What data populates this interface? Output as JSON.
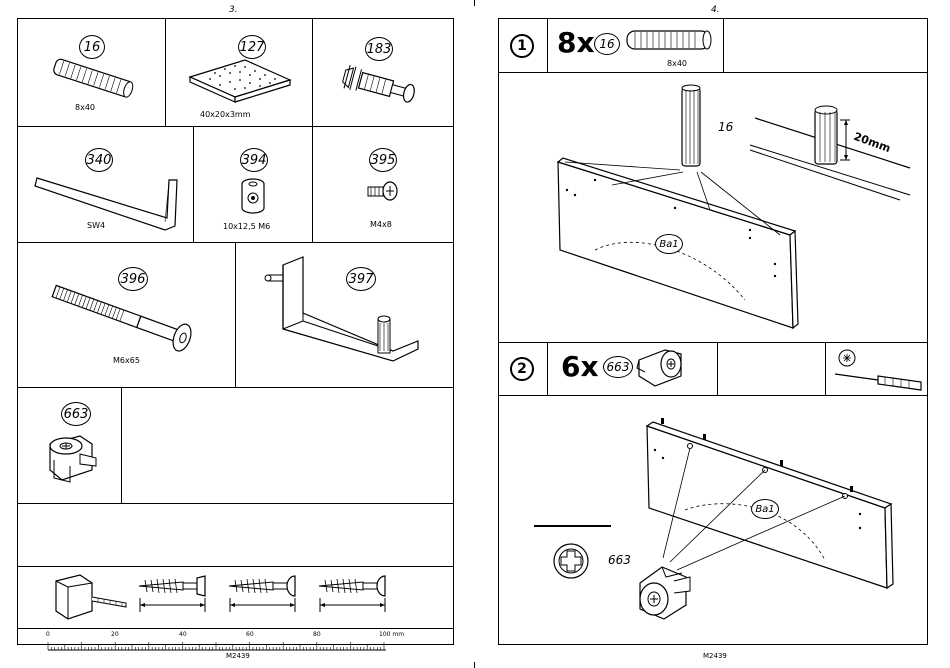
{
  "left_page": {
    "page_number": "3.",
    "parts": [
      {
        "ref": "16",
        "size": "8x40"
      },
      {
        "ref": "127",
        "size": "40x20x3mm"
      },
      {
        "ref": "183",
        "size": ""
      },
      {
        "ref": "340",
        "size": "SW4"
      },
      {
        "ref": "394",
        "size": "10x12,5 M6"
      },
      {
        "ref": "395",
        "size": "M4x8"
      },
      {
        "ref": "396",
        "size": "M6x65"
      },
      {
        "ref": "397",
        "size": ""
      },
      {
        "ref": "663",
        "size": ""
      }
    ],
    "ruler": {
      "labels": [
        "0",
        "20",
        "40",
        "60",
        "80",
        "100 mm"
      ]
    },
    "doc_code": "M2439"
  },
  "right_page": {
    "page_number": "4.",
    "steps": [
      {
        "number": "1",
        "quantity": "8x",
        "part_ref": "16",
        "part_size": "8x40",
        "callout_ref": "16",
        "dimension": "20mm",
        "panel_label": "Ba1"
      },
      {
        "number": "2",
        "quantity": "6x",
        "part_ref": "663",
        "callout_ref": "663",
        "panel_label": "Ba1"
      }
    ],
    "doc_code": "M2439"
  }
}
